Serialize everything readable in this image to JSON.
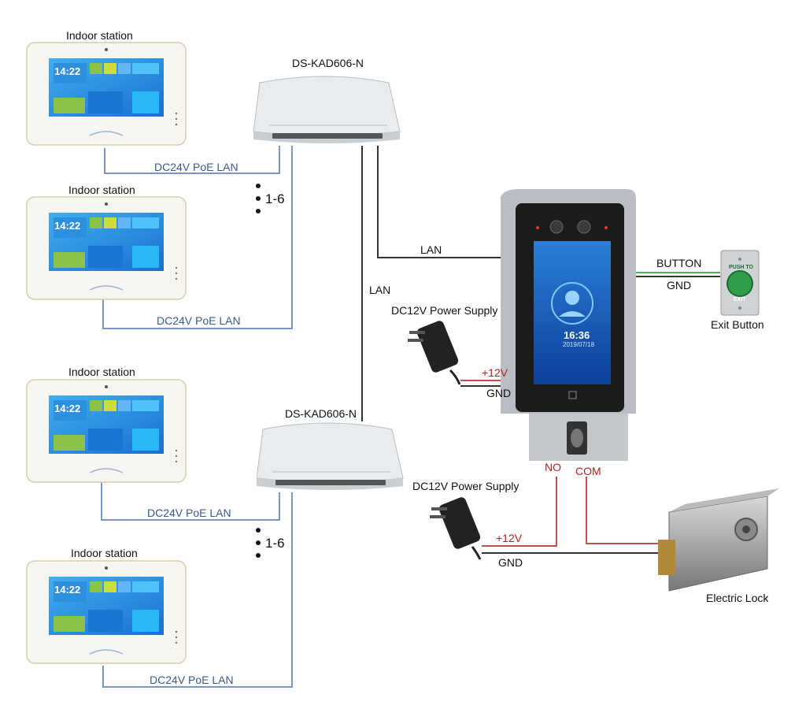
{
  "indoor_stations": [
    {
      "label": "Indoor station",
      "time": "14:22"
    },
    {
      "label": "Indoor station",
      "time": "14:22"
    },
    {
      "label": "Indoor station",
      "time": "14:22"
    },
    {
      "label": "Indoor station",
      "time": "14:22"
    }
  ],
  "switches": [
    {
      "label": "DS-KAD606-N",
      "range": "1-6"
    },
    {
      "label": "DS-KAD606-N",
      "range": "1-6"
    }
  ],
  "links": {
    "poe": "DC24V PoE LAN",
    "lan_top": "LAN",
    "lan_vertical": "LAN"
  },
  "terminal": {
    "time": "16:36",
    "date": "2019/07/18"
  },
  "power_supplies": [
    {
      "label": "DC12V Power Supply",
      "plus": "+12V",
      "gnd": "GND"
    },
    {
      "label": "DC12V Power Supply",
      "plus": "+12V",
      "gnd": "GND"
    }
  ],
  "exit_button": {
    "label": "Exit Button",
    "wire_button": "BUTTON",
    "wire_gnd": "GND",
    "push_text": "PUSH TO",
    "exit_text": "EXIT"
  },
  "lock": {
    "label": "Electric Lock",
    "no": "NO",
    "com": "COM"
  },
  "colors": {
    "poe_wire": "#7a97c4",
    "red_wire": "#c0504d",
    "green_wire": "#4caf50",
    "black_wire": "#333333"
  }
}
